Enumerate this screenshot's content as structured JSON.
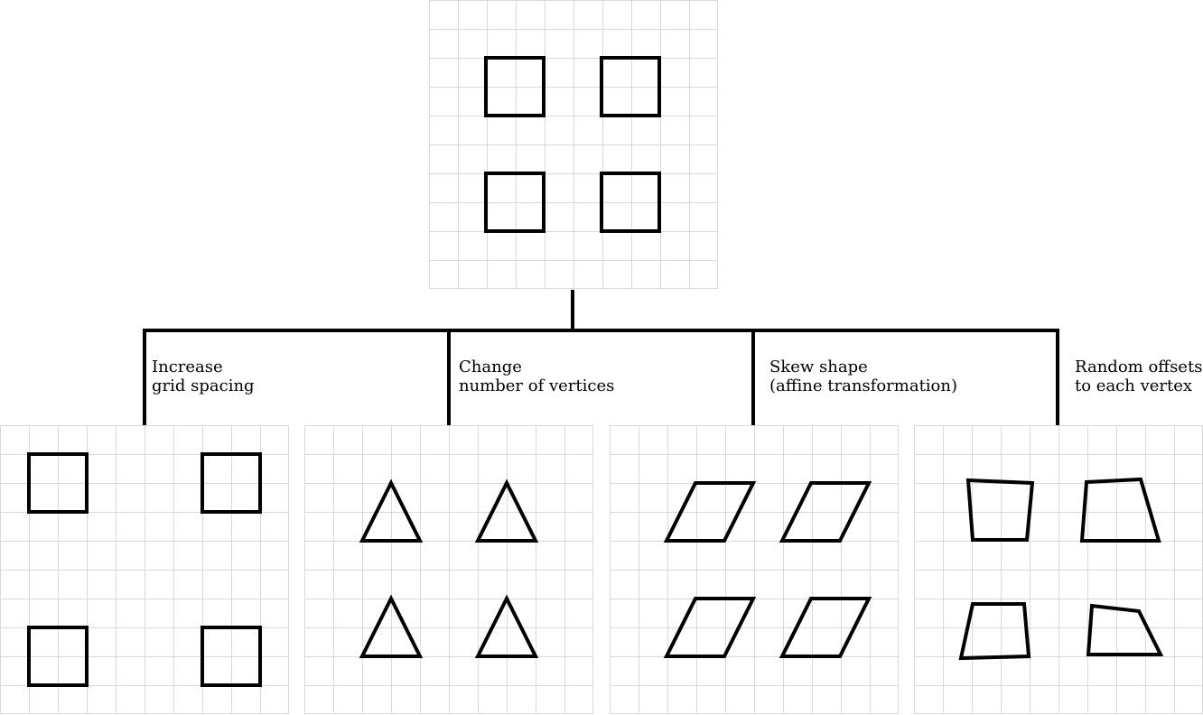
{
  "diagram": {
    "root": {
      "label": ""
    },
    "branches": [
      {
        "id": "grid-spacing",
        "label_lines": [
          "Increase",
          "grid spacing"
        ]
      },
      {
        "id": "vertices",
        "label_lines": [
          "Change",
          "number of vertices"
        ]
      },
      {
        "id": "skew",
        "label_lines": [
          "Skew shape",
          "(affine transformation)"
        ]
      },
      {
        "id": "random-offsets",
        "label_lines": [
          "Random offsets",
          "to each vertex"
        ]
      }
    ]
  },
  "colors": {
    "grid": "#d9d9d9",
    "stroke": "#000000",
    "background": "#ffffff"
  }
}
